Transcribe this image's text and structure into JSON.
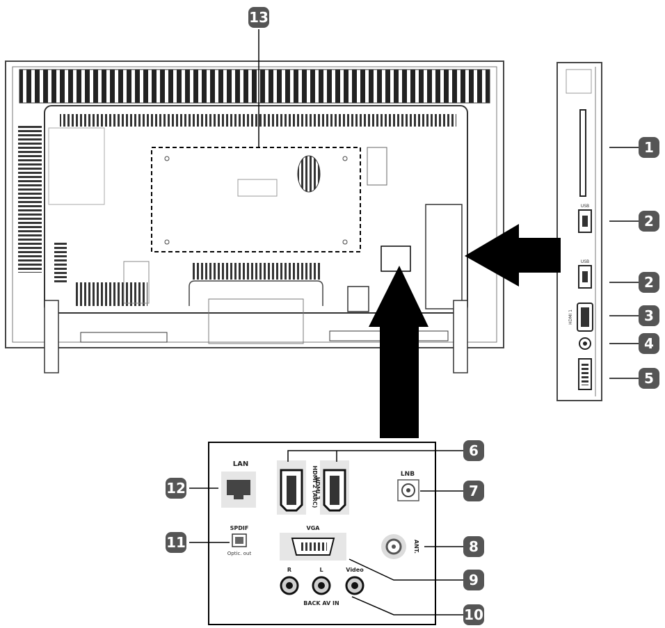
{
  "callouts": [
    "1",
    "2",
    "2",
    "3",
    "4",
    "5",
    "6",
    "7",
    "8",
    "9",
    "10",
    "11",
    "12",
    "13"
  ],
  "side_panel": {
    "usb1_label": "USB",
    "usb2_label": "USB",
    "hdmi1_label": "HDMI 1"
  },
  "back_panel": {
    "lan": "LAN",
    "hdmi2": "HDMI 2 (ARC)",
    "hdmi3": "HDMI 3",
    "lnb": "LNB",
    "vga": "VGA",
    "spdif": "SPDIF",
    "optic_out": "Optic. out",
    "ant": "ANT.",
    "r": "R",
    "l": "L",
    "video": "Video",
    "back_av_in": "BACK AV IN"
  },
  "colors": {
    "badge": "#555555",
    "line": "#000000",
    "tv_stroke": "#444444"
  }
}
